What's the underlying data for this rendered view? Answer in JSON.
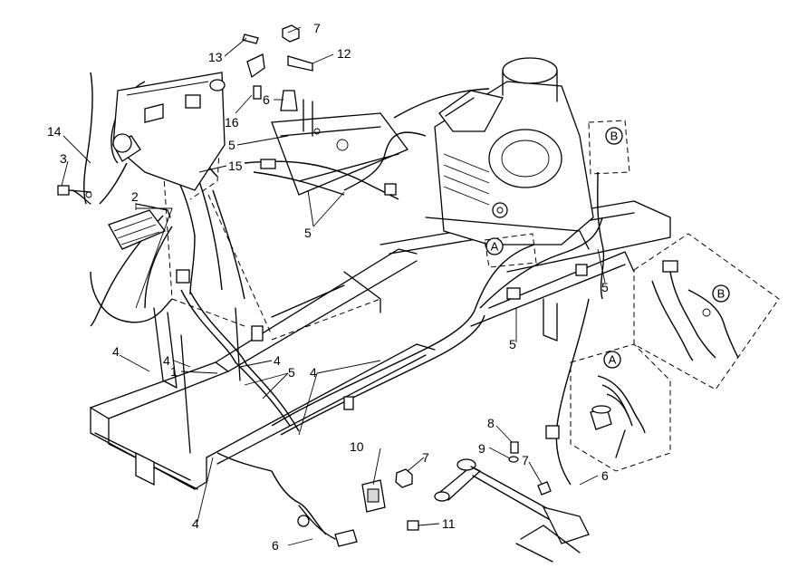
{
  "callouts": {
    "c1": "1",
    "c2": "2",
    "c3": "3",
    "c4": "4",
    "c5": "5",
    "c6": "6",
    "c7": "7",
    "c8": "8",
    "c9": "9",
    "c10": "10",
    "c11": "11",
    "c12": "12",
    "c13": "13",
    "c14": "14",
    "c15": "15",
    "c16": "16"
  },
  "detail_labels": {
    "a": "A",
    "b": "B"
  }
}
